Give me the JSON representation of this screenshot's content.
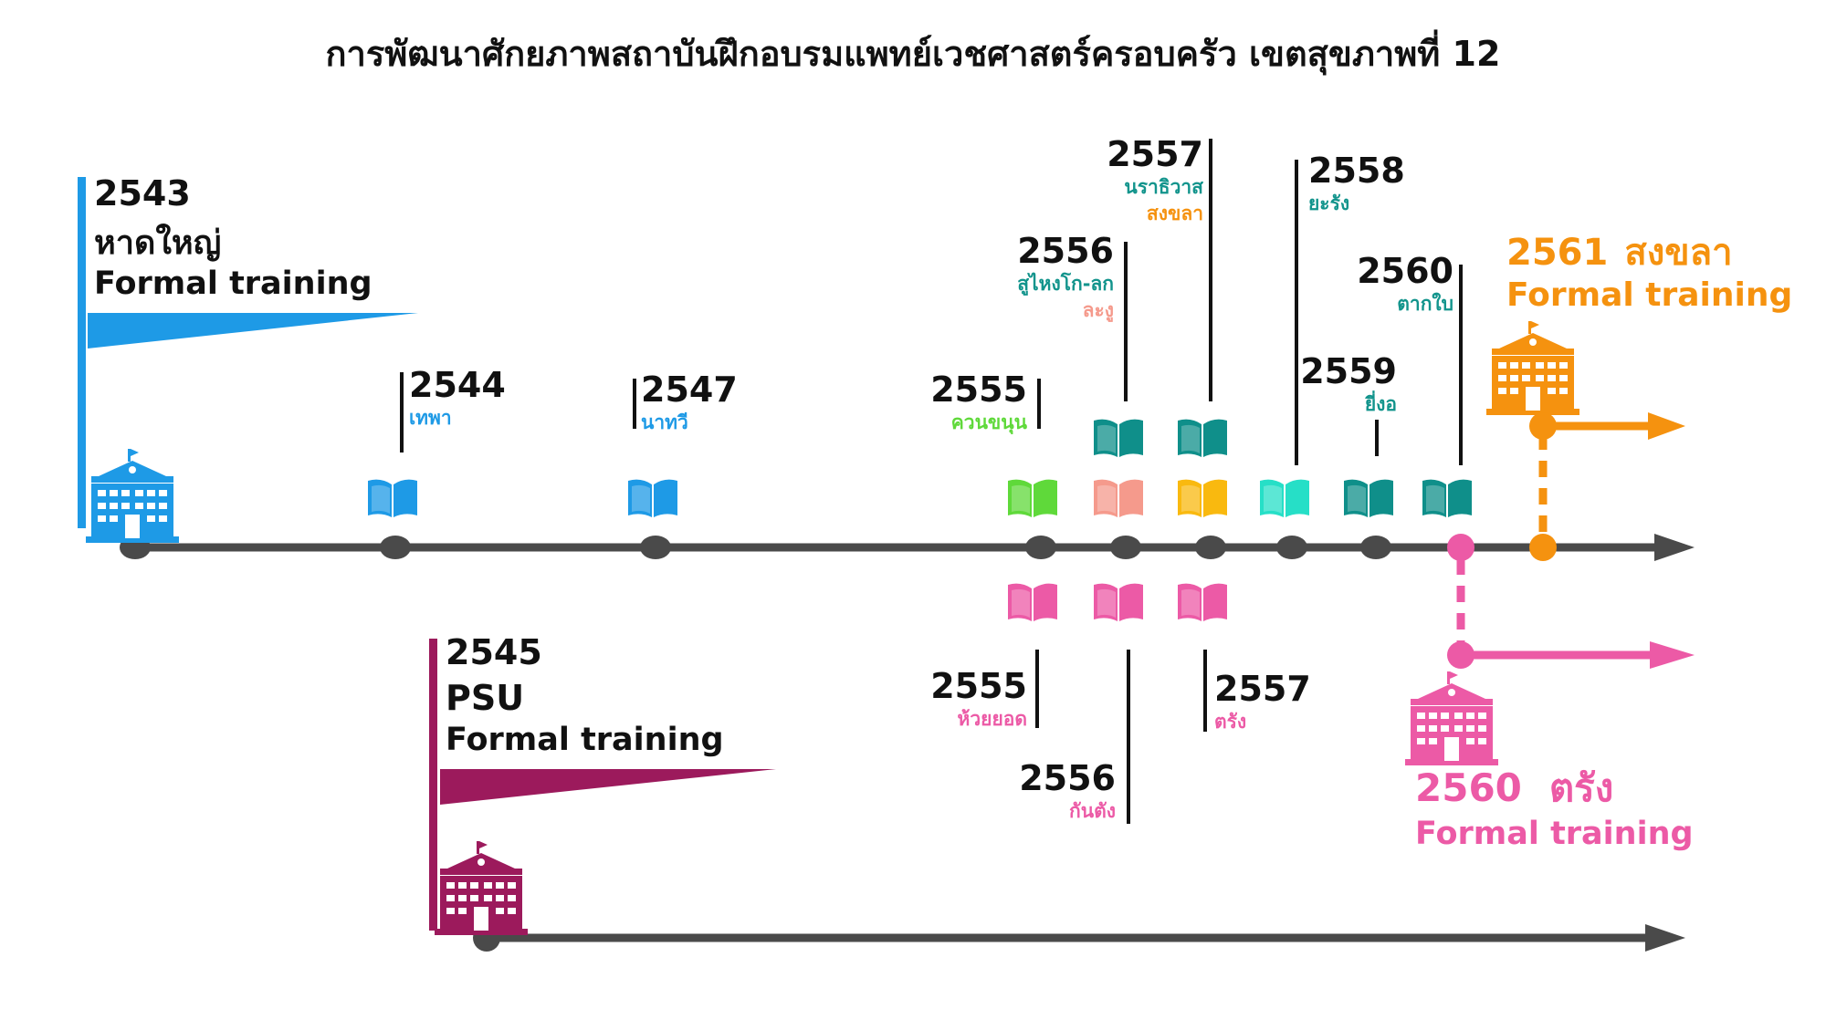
{
  "title": "การพัฒนาศักยภาพสถาบันฝึกอบรมแพทย์เวชศาสตร์ครอบครัว เขตสุขภาพที่ 12",
  "colors": {
    "axis": "#4a4a4a",
    "blue": "#1e9ae6",
    "maroon": "#9c1a5c",
    "orange": "#f5920f",
    "pink": "#ec5aa6",
    "green": "#5fd93a",
    "salmon": "#f59a8c",
    "yellow": "#f9b90f",
    "teal": "#0f8f8a",
    "cyan": "#26dfc7",
    "tealText": "#12948c",
    "dark": "#111111"
  },
  "institutions": {
    "hatyai": {
      "year": "2543",
      "name": "หาดใหญ่",
      "label": "Formal training"
    },
    "psu": {
      "year": "2545",
      "name": "PSU",
      "label": "Formal training"
    },
    "songkhla": {
      "year": "2561",
      "name": "สงขลา",
      "label": "Formal training"
    },
    "trang": {
      "year": "2560",
      "name": "ตรัง",
      "label": "Formal training"
    }
  },
  "upper_events": [
    {
      "id": "2544",
      "year": "2544",
      "places": [
        {
          "text": "เทพา",
          "color": "blue"
        }
      ]
    },
    {
      "id": "2547",
      "year": "2547",
      "places": [
        {
          "text": "นาทวี",
          "color": "blue"
        }
      ]
    },
    {
      "id": "2555",
      "year": "2555",
      "places": [
        {
          "text": "ควนขนุน",
          "color": "green"
        }
      ]
    },
    {
      "id": "2556",
      "year": "2556",
      "places": [
        {
          "text": "สูไหงโก-ลก",
          "color": "tealText"
        },
        {
          "text": "ละงู",
          "color": "salmon"
        }
      ]
    },
    {
      "id": "2557",
      "year": "2557",
      "places": [
        {
          "text": "นราธิวาส",
          "color": "tealText"
        },
        {
          "text": "สงขลา",
          "color": "orange"
        }
      ]
    },
    {
      "id": "2558",
      "year": "2558",
      "places": [
        {
          "text": "ยะรัง",
          "color": "tealText"
        }
      ]
    },
    {
      "id": "2559",
      "year": "2559",
      "places": [
        {
          "text": "ยี่งอ",
          "color": "tealText"
        }
      ]
    },
    {
      "id": "2560",
      "year": "2560",
      "places": [
        {
          "text": "ตากใบ",
          "color": "tealText"
        }
      ]
    }
  ],
  "lower_events": [
    {
      "id": "2555",
      "year": "2555",
      "places": [
        {
          "text": "ห้วยยอด",
          "color": "pink"
        }
      ]
    },
    {
      "id": "2556",
      "year": "2556",
      "places": [
        {
          "text": "กันตัง",
          "color": "pink"
        }
      ]
    },
    {
      "id": "2557",
      "year": "2557",
      "places": [
        {
          "text": "ตรัง",
          "color": "pink"
        }
      ]
    }
  ],
  "books": {
    "b2544": "blue",
    "b2547": "blue",
    "b2555": "green",
    "b2556a": "salmon",
    "b2557a": "yellow",
    "b2556b": "teal",
    "b2557b": "teal",
    "b2558": "cyan",
    "b2559": "teal",
    "b2560": "teal",
    "l2555": "pink",
    "l2556": "pink",
    "l2557": "pink"
  }
}
